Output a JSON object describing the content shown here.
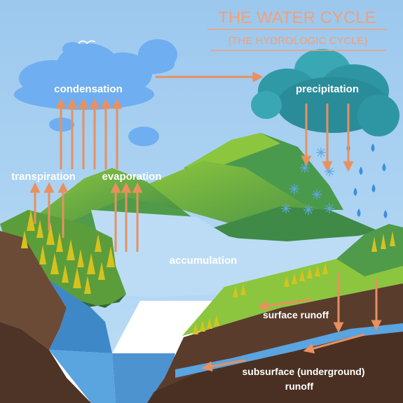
{
  "title": "THE WATER CYCLE",
  "subtitle": "(THE HYDROLOGIC CYCLE)",
  "labels": {
    "condensation": "condensation",
    "precipitation": "precipitation",
    "transpiration": "transpiration",
    "evaporation": "evaporation",
    "accumulation": "accumulation",
    "surface_runoff": "surface runoff",
    "subsurface_runoff_line1": "subsurface (underground)",
    "subsurface_runoff_line2": "runoff"
  },
  "colors": {
    "sky": "#a9d0f1",
    "title": "#f0a07a",
    "arrow": "#e8905f",
    "cloud_light": "#6faef0",
    "cloud_rain": "#2f9aa6",
    "grass_light": "#8cc63f",
    "grass_dark": "#3a7d44",
    "soil": "#5a3c2c",
    "water": "#5aa4e0",
    "label": "#ffffff"
  }
}
